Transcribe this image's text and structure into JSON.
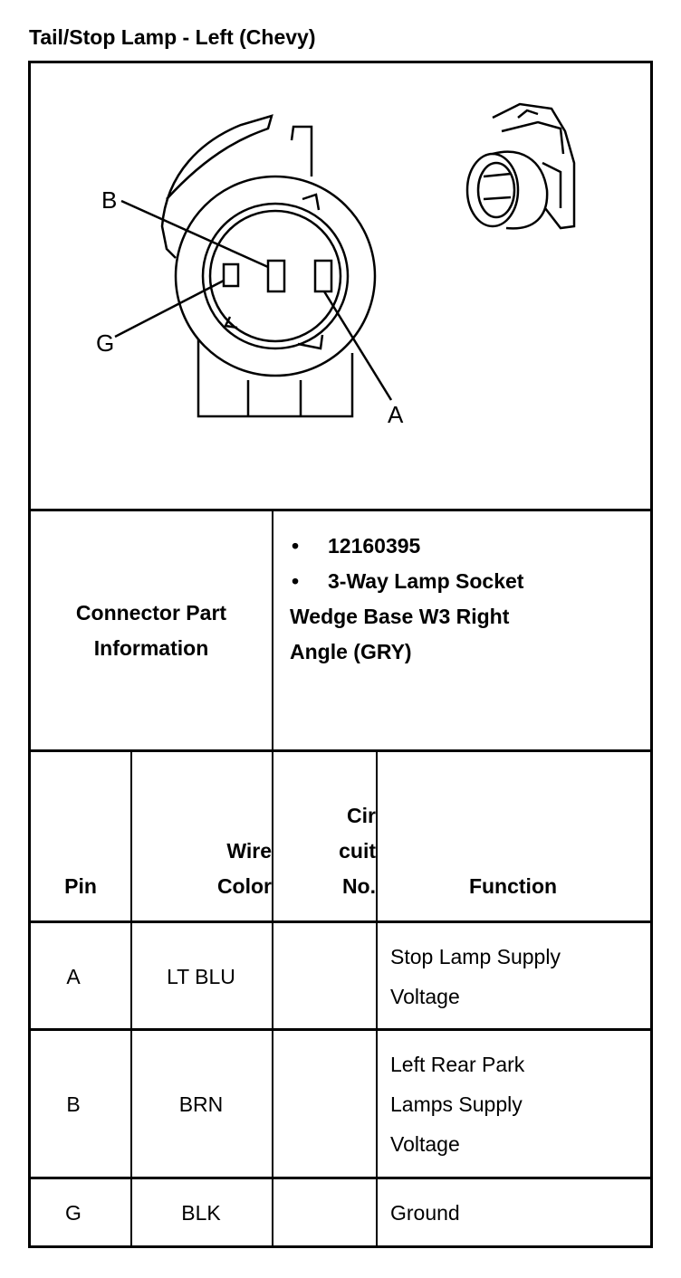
{
  "title": "Tail/Stop Lamp - Left (Chevy)",
  "diagram": {
    "labels": {
      "b": "B",
      "g": "G",
      "a": "A"
    }
  },
  "connector_info": {
    "heading_line1": "Connector Part",
    "heading_line2": "Information",
    "bullets": [
      "12160395",
      "3-Way Lamp Socket"
    ],
    "continuation_line1": "Wedge Base W3 Right",
    "continuation_line2": "Angle (GRY)"
  },
  "table": {
    "headers": {
      "pin": "Pin",
      "wire_line1": "Wire",
      "wire_line2": "Color",
      "circuit_line1": "Cir",
      "circuit_line2": "cuit",
      "circuit_line3": "No.",
      "function": "Function"
    },
    "rows": [
      {
        "pin": "A",
        "wire": "LT BLU",
        "circuit": "",
        "function_lines": [
          "Stop Lamp Supply",
          "Voltage"
        ]
      },
      {
        "pin": "B",
        "wire": "BRN",
        "circuit": "",
        "function_lines": [
          "Left Rear Park",
          "Lamps Supply",
          "Voltage"
        ]
      },
      {
        "pin": "G",
        "wire": "BLK",
        "circuit": "",
        "function_lines": [
          "Ground"
        ]
      }
    ]
  }
}
